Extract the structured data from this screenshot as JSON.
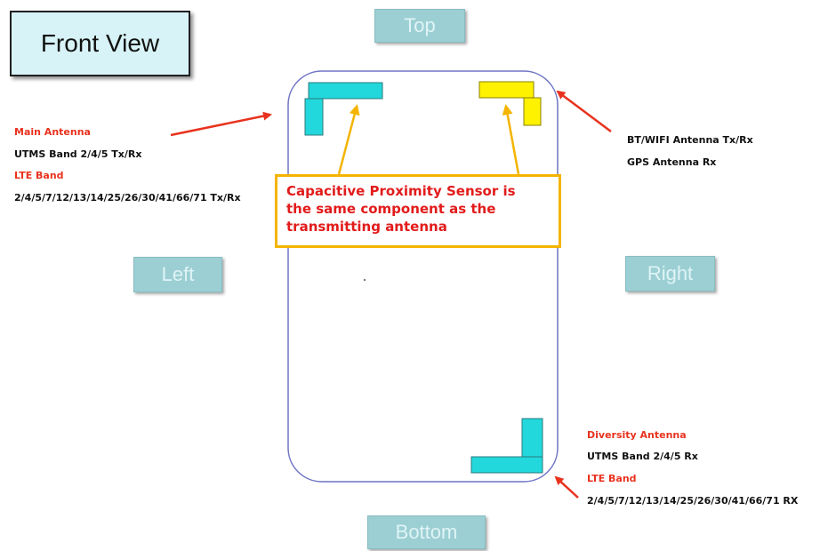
{
  "title": "Front View",
  "sides": {
    "top": "Top",
    "left": "Left",
    "right": "Right",
    "bottom": "Bottom"
  },
  "main_antenna": {
    "heading": "Main Antenna",
    "utms": "UTMS Band 2/4/5   Tx/Rx",
    "lte_heading": "LTE Band",
    "lte": "2/4/5/7/12/13/14/25/26/30/41/66/71 Tx/Rx"
  },
  "bt_antenna": {
    "line1": "BT/WIFI Antenna  Tx/Rx",
    "line2": "GPS Antenna Rx"
  },
  "diversity_antenna": {
    "heading": "Diversity Antenna",
    "utms": "UTMS Band 2/4/5 Rx",
    "lte_heading": "LTE Band",
    "lte": "2/4/5/7/12/13/14/25/26/30/41/66/71  RX"
  },
  "callout": {
    "line1": "Capacitive Proximity Sensor is",
    "line2": "the same component as the",
    "line3": "transmitting antenna"
  },
  "colors": {
    "main_antenna": "#22d8dc",
    "bt_antenna": "#fff200",
    "arrow_red": "#e8321e",
    "arrow_orange": "#f4b400",
    "device_outline": "#6f74c4"
  }
}
